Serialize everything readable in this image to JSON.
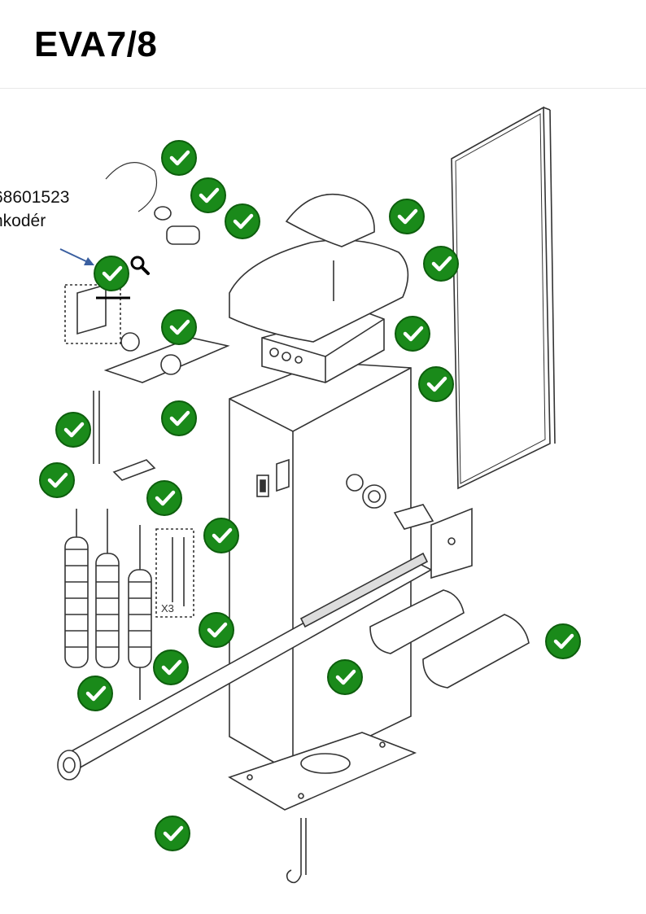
{
  "page": {
    "title": "EVA7/8"
  },
  "tooltip": {
    "line1": "68601523",
    "line2": "nkodér"
  },
  "colors": {
    "check_bg": "#1a8a1a",
    "check_border": "#0d5e0d",
    "arrow": "#3a5fa0"
  },
  "icons": {
    "check": "check-circle-icon",
    "zoom": "magnifier-icon"
  },
  "diagram": {
    "label_x3": "X3"
  }
}
